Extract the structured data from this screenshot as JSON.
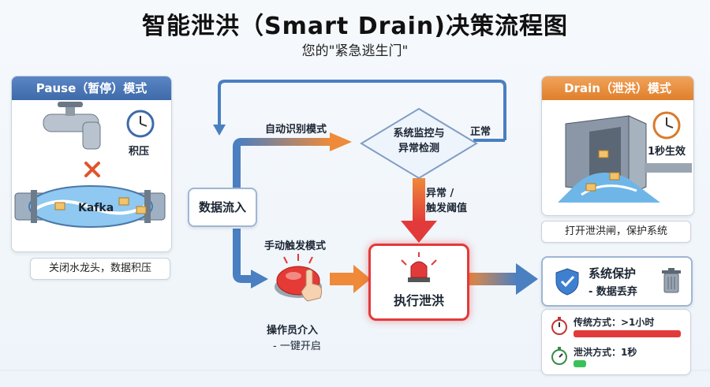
{
  "title": "智能泄洪（Smart Drain)决策流程图",
  "subtitle": "您的\"紧急逃生门\"",
  "pause_panel": {
    "header": "Pause（暂停）模式",
    "clock_label": "积压",
    "pipe_label": "Kafka",
    "caption": "关闭水龙头，数据积压"
  },
  "drain_panel": {
    "header": "Drain（泄洪）模式",
    "clock_label": "1秒生效",
    "caption": "打开泄洪闸，保护系统"
  },
  "flow": {
    "data_in": "数据流入",
    "auto_mode": "自动识别模式",
    "monitor": "系统监控与\n异常检测",
    "normal": "正常",
    "anomaly": "异常 /\n触发阈值",
    "manual_mode": "手动触发模式",
    "operator": "操作员介入",
    "one_key": "- 一键开启",
    "execute": "执行泄洪",
    "protect_title": "系统保护",
    "protect_sub": "- 数据丢弃"
  },
  "compare": {
    "traditional": "传统方式：>1小时",
    "traditional_ratio": 1.0,
    "drain": "泄洪方式：1秒",
    "drain_ratio": 0.12
  },
  "colors": {
    "blue_arrow": "#4a7fc1",
    "orange_arrow": "#ee8a3a",
    "red": "#e23a3a",
    "green": "#3cc05a"
  }
}
